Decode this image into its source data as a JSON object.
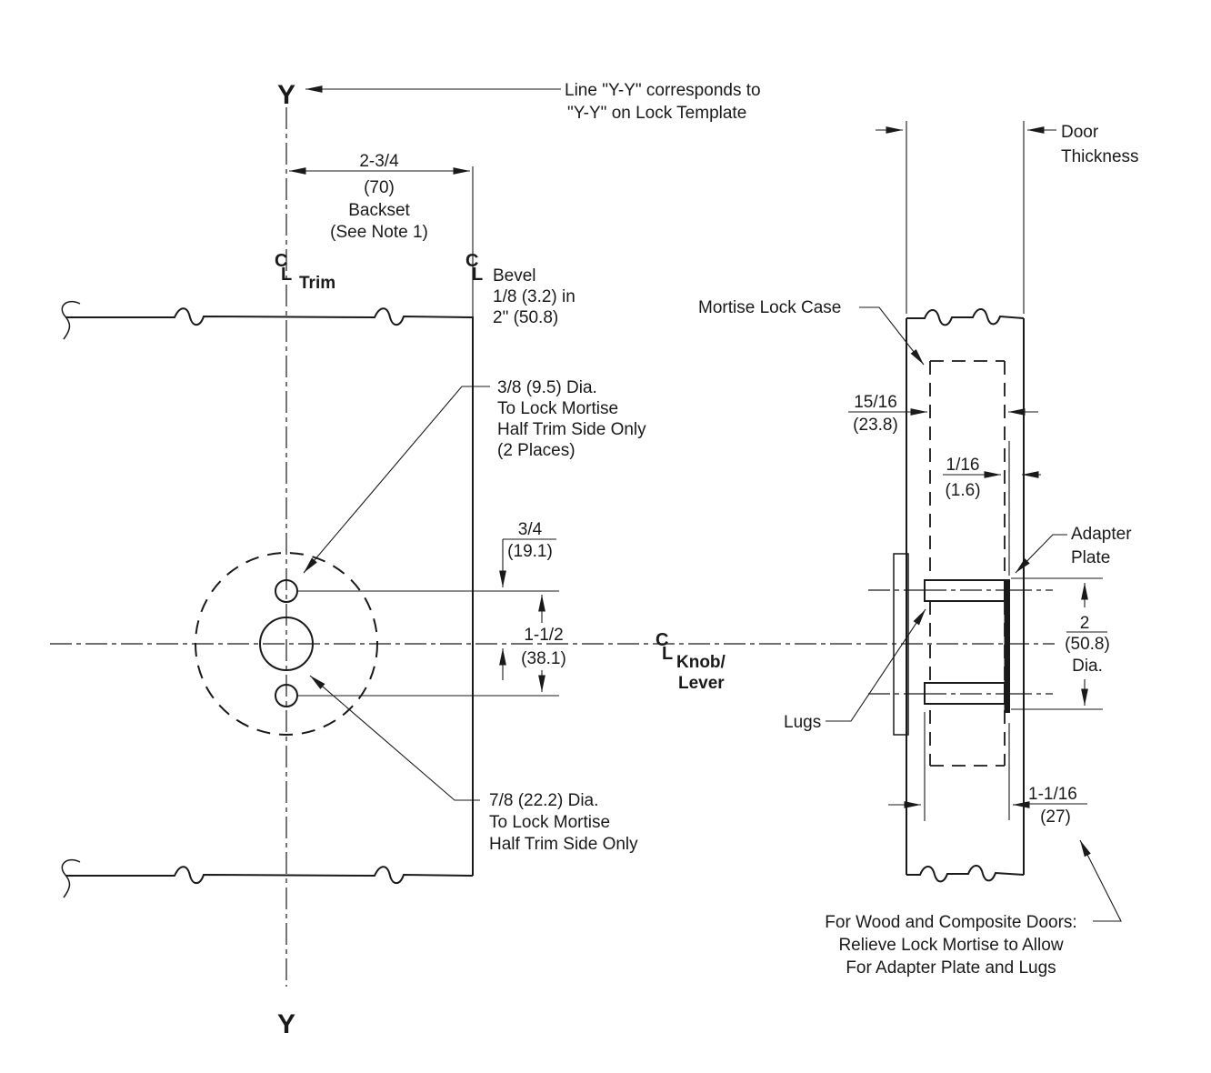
{
  "diagram": {
    "title_semantic": "Mortise lock door preparation template drawing",
    "colors": {
      "ink": "#1a1a1a",
      "background": "#ffffff"
    },
    "left_view": {
      "y_top": "Y",
      "y_bottom": "Y",
      "yy_note": [
        "Line \"Y-Y\" corresponds to",
        "\"Y-Y\" on Lock Template"
      ],
      "backset": {
        "size": "2-3/4",
        "metric": "(70)",
        "label": "Backset",
        "note": "(See Note 1)"
      },
      "cl_trim": {
        "c": "C",
        "l": "L",
        "label": "Trim"
      },
      "bevel": {
        "c": "C",
        "l": "L",
        "lines": [
          "Bevel",
          "1/8 (3.2) in",
          "2\" (50.8)"
        ]
      },
      "upper_hole_note": [
        "3/8 (9.5) Dia.",
        "To Lock Mortise",
        "Half Trim Side Only",
        "(2 Places)"
      ],
      "lower_hole_note": [
        "7/8 (22.2) Dia.",
        "To Lock Mortise",
        "Half Trim Side Only"
      ],
      "dim_hole_offset": {
        "size": "3/4",
        "metric": "(19.1)"
      },
      "dim_hole_spacing": {
        "size": "1-1/2",
        "metric": "(38.1)"
      },
      "cl_knob": {
        "c": "C",
        "l": "L",
        "lines": [
          "Knob/",
          "Lever"
        ]
      }
    },
    "right_view": {
      "door_thickness": [
        "Door",
        "Thickness"
      ],
      "mortise_case_label": "Mortise Lock Case",
      "dim_case_depth": {
        "size": "15/16",
        "metric": "(23.8)"
      },
      "dim_plate_gap": {
        "size": "1/16",
        "metric": "(1.6)"
      },
      "adapter_plate": [
        "Adapter",
        "Plate"
      ],
      "lugs_label": "Lugs",
      "dim_adapter_dia": {
        "size": "2",
        "metric": "(50.8)",
        "suffix": "Dia."
      },
      "dim_lug_depth": {
        "size": "1-1/16",
        "metric": "(27)"
      },
      "wood_note": [
        "For Wood and Composite Doors:",
        "Relieve Lock Mortise to Allow",
        "For Adapter Plate and Lugs"
      ]
    }
  }
}
